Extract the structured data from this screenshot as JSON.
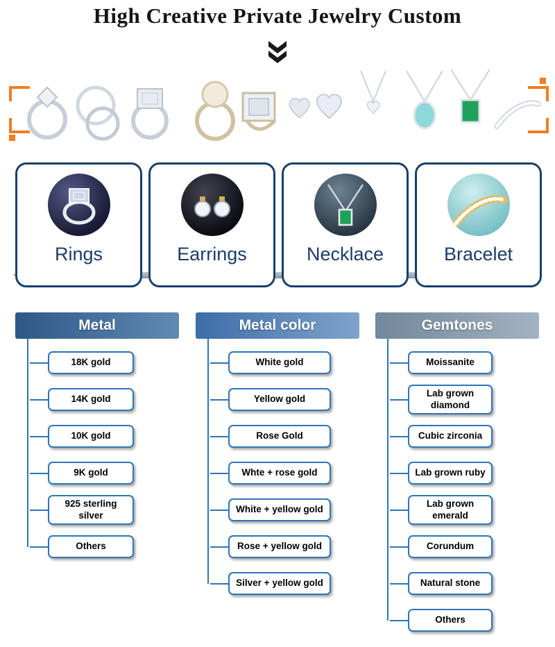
{
  "title": "High Creative Private Jewelry Custom",
  "icons": {
    "chevron_down": "double-chevron-down",
    "frame_marks": "orange corner crop marks",
    "range_arrow": "double-headed horizontal gray arrow"
  },
  "colors": {
    "card_border": "#17406b",
    "label_blue": "#1d3c66",
    "node_border": "#2e75b6",
    "accent_orange": "#ee7e23",
    "arrow_gray": "#98a2ac",
    "header_metal": "#2d5887",
    "header_metal_color": "#3d6da8",
    "header_gemtones": "#72879c"
  },
  "categories": [
    {
      "label": "Rings"
    },
    {
      "label": "Earrings"
    },
    {
      "label": "Necklace"
    },
    {
      "label": "Bracelet"
    }
  ],
  "columns": [
    {
      "header": "Metal",
      "items": [
        "18K gold",
        "14K gold",
        "10K gold",
        "9K gold",
        "925 sterling silver",
        "Others"
      ]
    },
    {
      "header": "Metal color",
      "items": [
        "White gold",
        "Yellow gold",
        "Rose Gold",
        "Whte + rose gold",
        "White + yellow gold",
        "Rose + yellow gold",
        "Silver + yellow gold"
      ]
    },
    {
      "header": "Gemtones",
      "items": [
        "Moissanite",
        "Lab grown diamond",
        "Cubic zirconia",
        "Lab grown ruby",
        "Lab grown emerald",
        "Corundum",
        "Natural stone",
        "Others"
      ]
    }
  ]
}
